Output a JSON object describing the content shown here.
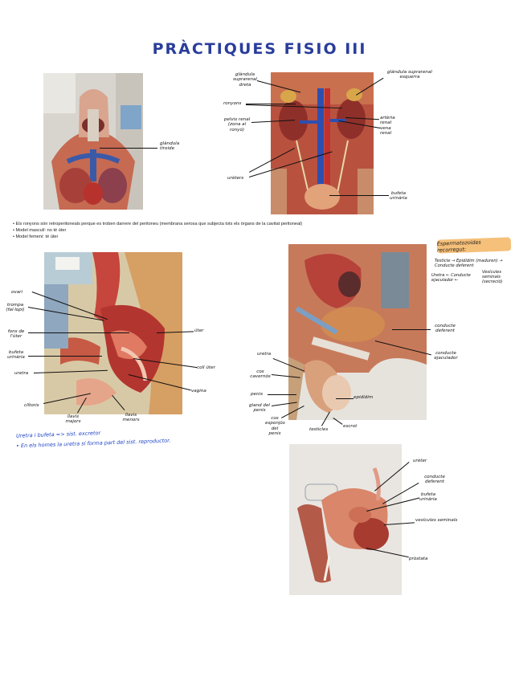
{
  "title": "PRÀCTIQUES FISIO III",
  "photo1": {
    "label": "glàndula tiroide"
  },
  "photo2": {
    "labels": {
      "adrenal_right": "glàndula suprarenal dreta",
      "adrenal_left": "glàndula suprarenal esquerra",
      "kidneys": "ronyons",
      "pelvis": "pelvis renal (zona al ronyó)",
      "renal_artery": "artèria renal",
      "renal_vein": "vena renal",
      "ureters": "urèters",
      "bladder": "bufeta urinària"
    }
  },
  "bullets": [
    "Els ronyons són retroperitoneals perque es troben darrere del peritoneu (membrana serosa que subjecta tots els òrgans de la cavitat  peritoneal)",
    "Model masculí: no té úter",
    "Model femení: té úter"
  ],
  "photo3": {
    "labels": {
      "ovari": "ovari",
      "trompa": "trompa (fal·lopi)",
      "fons": "fons de l'úter",
      "bufeta": "bufeta urinària",
      "uretra": "uretra",
      "uter": "úter",
      "coll": "coll úter",
      "vagina": "vagina",
      "clitoris": "clítoris",
      "llavis_majors": "llavis majors",
      "llavis_menors": "llavis menors"
    }
  },
  "note": {
    "line1": "Uretra i bufeta => sist. excretor",
    "line2": "• En els homes la uretra sí forma part del sist. reproductor."
  },
  "callout": "Espermatozoides recorregut:",
  "flow": {
    "line1": "Testicle → Epidídim (maduren) → Conducte deferent",
    "line2a": "Uretra ←  Conducte ejaculador ←",
    "line2b": "Vesícules seminals (secreció)"
  },
  "photo4": {
    "labels": {
      "deferent": "conducte deferent",
      "ejaculador": "conducte ejaculador",
      "uretra": "uretra",
      "cos_cavernos": "cos cavernós",
      "penis": "penis",
      "glande": "gland del penis",
      "cos_esponjos": "cos esponjós del penis",
      "epididim": "epidídim",
      "testicles": "testicles",
      "escrot": "escrot"
    }
  },
  "photo5": {
    "labels": {
      "ureter": "urèter",
      "deferent": "conducte deferent",
      "bufeta": "bufeta urinària",
      "vesicules": "vesícules seminals",
      "prostata": "pròstata"
    }
  }
}
